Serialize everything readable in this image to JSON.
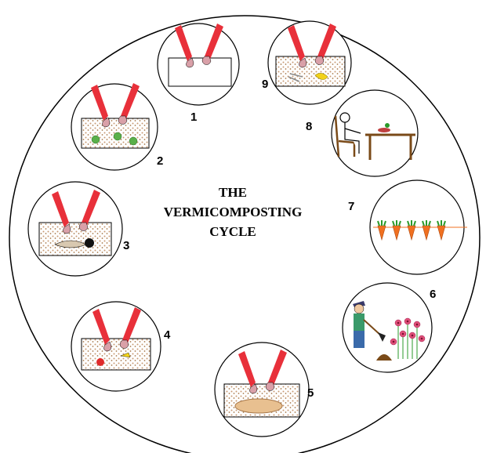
{
  "title": {
    "lines": [
      "THE",
      "VERMICOMPOSTING",
      "CYCLE"
    ]
  },
  "steps": [
    {
      "number": "1",
      "depicts": "hands-over-empty-bin"
    },
    {
      "number": "2",
      "depicts": "hands-adding-scraps-to-bin"
    },
    {
      "number": "3",
      "depicts": "hands-adding-bedding-and-worms"
    },
    {
      "number": "4",
      "depicts": "hands-adding-food-waste"
    },
    {
      "number": "5",
      "depicts": "hands-harvesting-worms"
    },
    {
      "number": "6",
      "depicts": "gardener-spreading-compost-on-flowers"
    },
    {
      "number": "7",
      "depicts": "carrots-growing"
    },
    {
      "number": "8",
      "depicts": "person-eating-at-table"
    },
    {
      "number": "9",
      "depicts": "hands-adding-leftovers-to-bin"
    }
  ],
  "colors": {
    "glove": "#e8303a",
    "skin": "#d9a0a8",
    "compost": "#c89a74",
    "carrot": "#f07020",
    "carrot_top": "#2a9a2a",
    "flower": "#e0507a",
    "outline": "#000000"
  }
}
